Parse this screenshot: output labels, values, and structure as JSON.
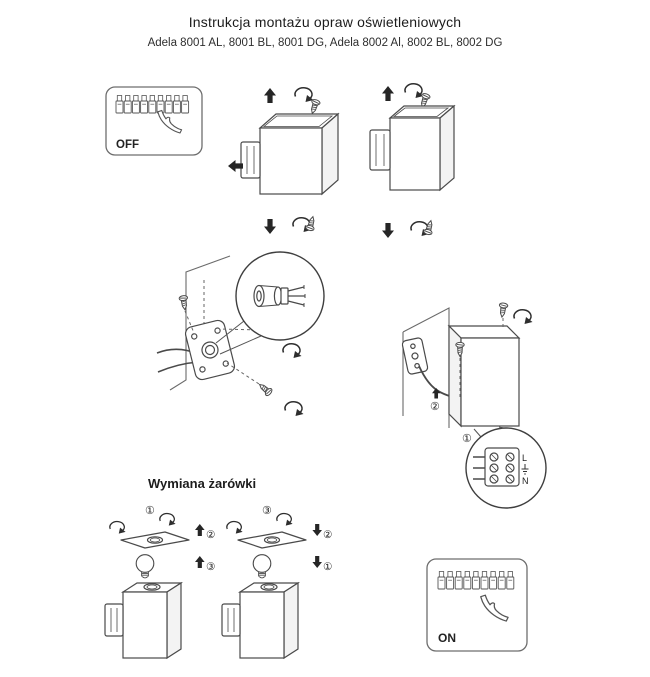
{
  "header": {
    "title": "Instrukcja montażu opraw oświetleniowych",
    "subtitle": "Adela 8001 AL, 8001 BL, 8001 DG, Adela 8002 Al, 8002 BL, 8002 DG"
  },
  "power_panels": {
    "off_label": "OFF",
    "on_label": "ON"
  },
  "wiring": {
    "step_1": "①",
    "step_2": "②",
    "terminal_line_label": "L",
    "terminal_neutral_label": "N",
    "terminal_earth_icon": "ground-symbol"
  },
  "bulb_replacement": {
    "section_title": "Wymiana żarówki",
    "removal": {
      "unscrew_step": "①",
      "lift_step": "②",
      "bulb_step": "③"
    },
    "install": {
      "screw_step": "③",
      "place_step": "②",
      "bulb_step": "①"
    }
  },
  "icons": {
    "hand": "pointing-hand",
    "screw": "screw",
    "rotate": "rotate-arrow",
    "arrow_up": "solid-up-arrow",
    "arrow_down": "solid-down-arrow",
    "arrow_left": "solid-left-arrow",
    "bulb": "light-bulb",
    "breaker_row": "circuit-breaker-row",
    "magnifier": "detail-zoom-circle"
  }
}
